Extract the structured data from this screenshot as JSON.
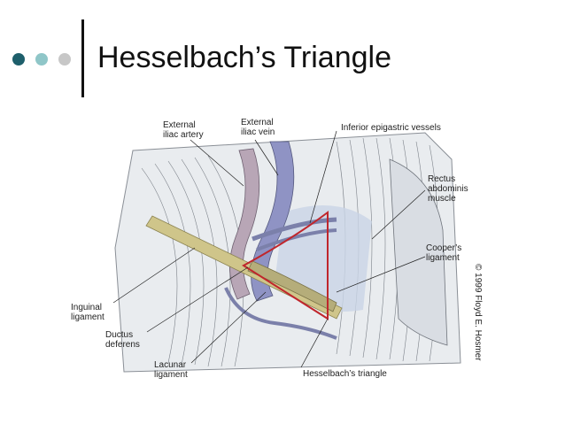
{
  "slide": {
    "title": "Hesselbach’s Triangle",
    "bullet_colors": [
      "#1e5f6b",
      "#8fc6c8",
      "#c7c7c7"
    ]
  },
  "diagram": {
    "labels": {
      "external_iliac_artery": [
        "External",
        "iliac artery"
      ],
      "external_iliac_vein": [
        "External",
        "iliac vein"
      ],
      "inferior_epigastric_vessels": "Inferior epigastric vessels",
      "rectus_abdominis_muscle": [
        "Rectus",
        "abdominis",
        "muscle"
      ],
      "coopers_ligament": [
        "Cooper’s",
        "ligament"
      ],
      "inguinal_ligament": [
        "Inguinal",
        "ligament"
      ],
      "ductus_deferens": [
        "Ductus",
        "deferens"
      ],
      "lacunar_ligament": [
        "Lacunar",
        "ligament"
      ],
      "hesselbachs_triangle": "Hesselbach’s triangle"
    },
    "copyright": "© 1999 Floyd E. Hosmer",
    "colors": {
      "triangle_outline": "#c0262c",
      "vessel": "#9fa3c8",
      "ligament": "#c8c27a"
    }
  }
}
